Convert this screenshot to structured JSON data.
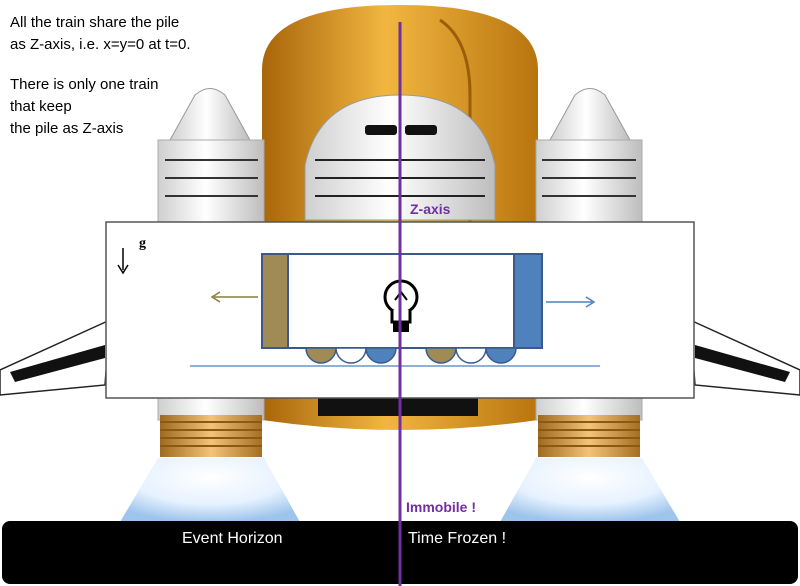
{
  "notes": {
    "line1": "All the train share the pile",
    "line2": "as Z-axis, i.e. x=y=0  at t=0.",
    "line3": "There is only one train",
    "line4": "that keep",
    "line5": "the pile as Z-axis"
  },
  "labels": {
    "z_axis": "Z-axis",
    "immobile": "Immobile !",
    "gravity": "g",
    "event_horizon": "Event Horizon",
    "time_frozen": "Time Frozen !"
  },
  "colors": {
    "axis_line": "#7030a0",
    "tank_orange": "#d58e1c",
    "train_left_end": "#a08a55",
    "train_right_end": "#4f81bd",
    "bar": "#000000"
  }
}
